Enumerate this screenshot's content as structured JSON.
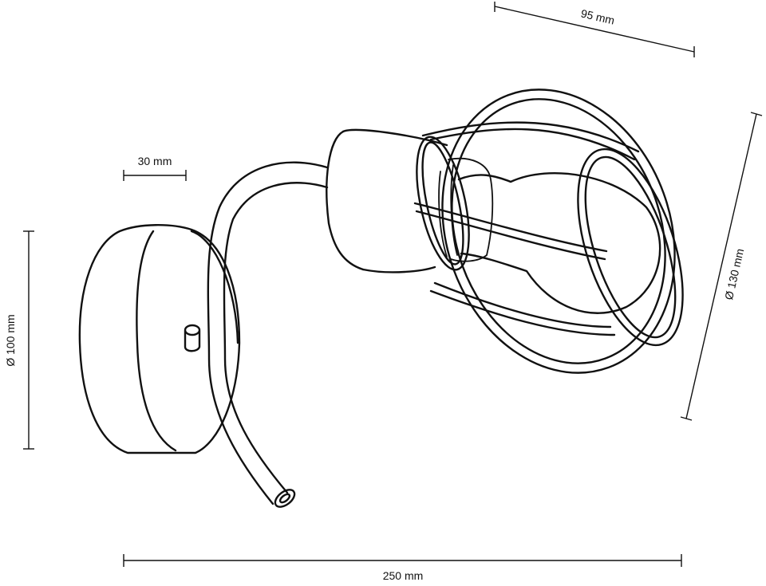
{
  "dimensions": {
    "top_depth": "95 mm",
    "stem": "30 mm",
    "base_diameter": "Ø 100 mm",
    "shade_diameter": "Ø 130 mm",
    "total_length": "250 mm"
  }
}
